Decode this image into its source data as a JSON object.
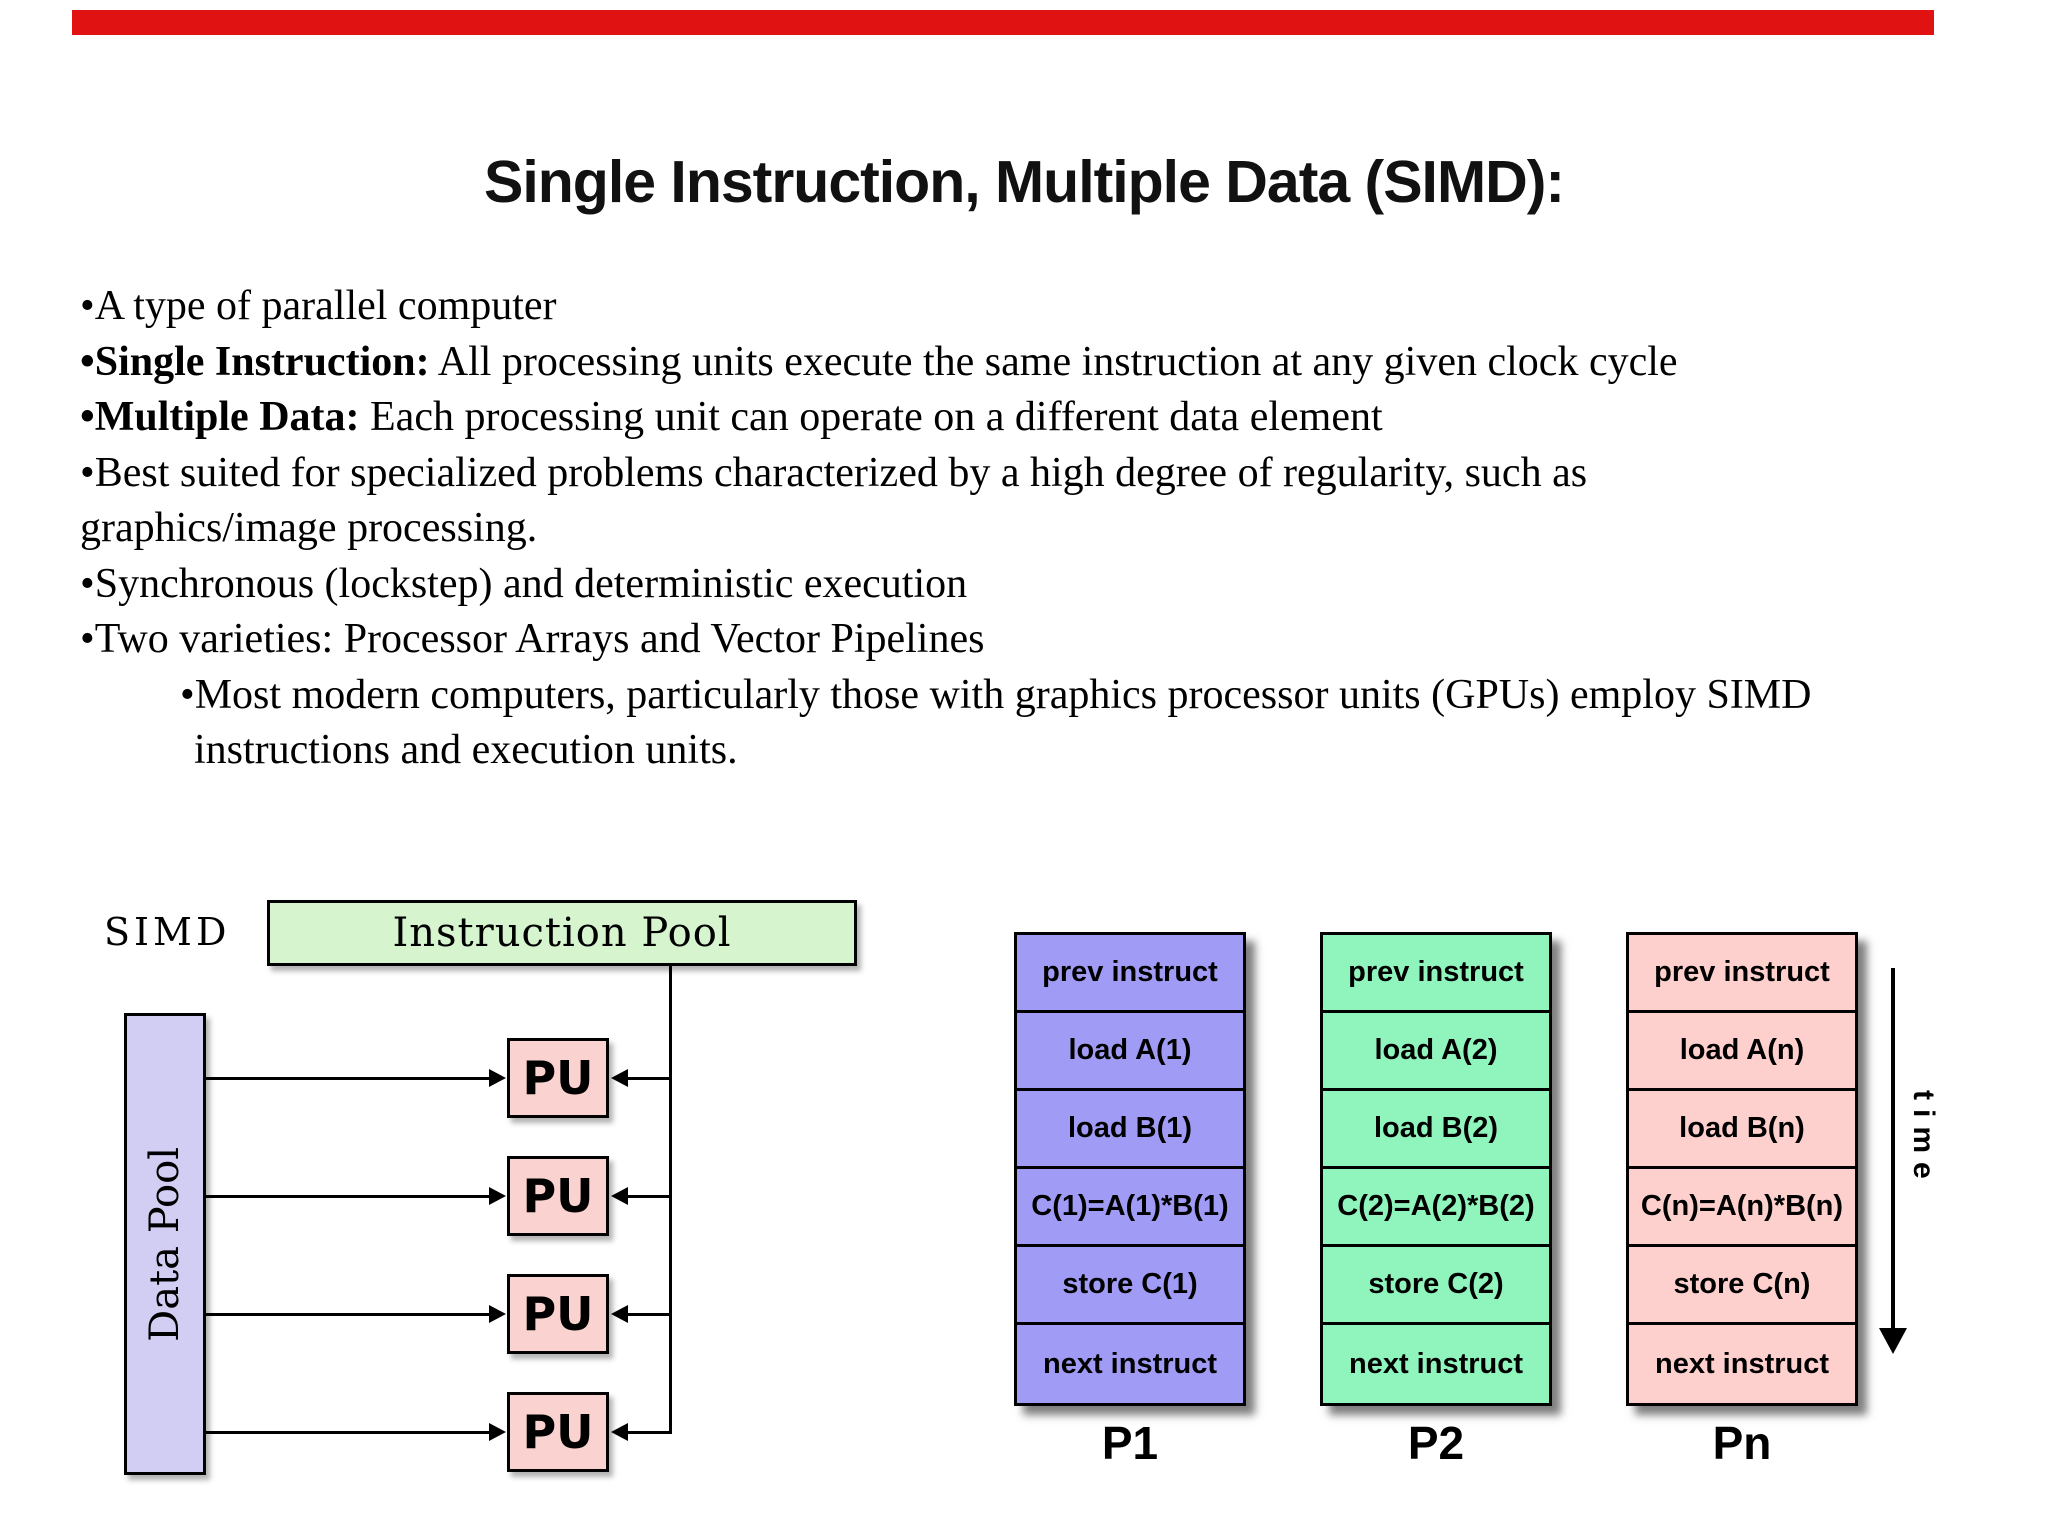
{
  "slide": {
    "top_bar_color": "#e01212",
    "title": "Single Instruction, Multiple Data (SIMD):",
    "bullets": [
      {
        "indent": 0,
        "bold": "",
        "text": "•A type of parallel computer"
      },
      {
        "indent": 0,
        "bold": "•Single Instruction:",
        "text": " All processing units execute the same instruction at any given clock cycle"
      },
      {
        "indent": 0,
        "bold": "•Multiple Data:",
        "text": " Each processing unit can operate on a different data element"
      },
      {
        "indent": 0,
        "bold": "",
        "text": "•Best suited for specialized problems characterized by a high degree of regularity, such as"
      },
      {
        "indent": 0,
        "bold": "",
        "text": "graphics/image processing."
      },
      {
        "indent": 0,
        "bold": "",
        "text": "•Synchronous (lockstep) and deterministic execution"
      },
      {
        "indent": 0,
        "bold": "",
        "text": "•Two varieties: Processor Arrays and Vector Pipelines"
      },
      {
        "indent": 100,
        "bold": "",
        "text": "•Most modern computers, particularly those with graphics processor units (GPUs) employ SIMD"
      },
      {
        "indent": 114,
        "bold": "",
        "text": "instructions and execution units."
      }
    ]
  },
  "left_diagram": {
    "label": "SIMD",
    "instruction_pool": {
      "label": "Instruction Pool",
      "fill": "#d6f5cf"
    },
    "data_pool": {
      "label": "Data Pool",
      "fill": "#d2cdf2"
    },
    "pu_fill": "#fad2d0",
    "pu_units": [
      "PU",
      "PU",
      "PU",
      "PU"
    ],
    "line_color": "#000000"
  },
  "right_diagram": {
    "processors": [
      {
        "label": "P1",
        "fill": "#a09cf5",
        "rows": [
          "prev instruct",
          "load A(1)",
          "load B(1)",
          "C(1)=A(1)*B(1)",
          "store C(1)",
          "next instruct"
        ]
      },
      {
        "label": "P2",
        "fill": "#90f5bd",
        "rows": [
          "prev instruct",
          "load A(2)",
          "load B(2)",
          "C(2)=A(2)*B(2)",
          "store C(2)",
          "next instruct"
        ]
      },
      {
        "label": "Pn",
        "fill": "#fdd0cd",
        "rows": [
          "prev instruct",
          "load A(n)",
          "load B(n)",
          "C(n)=A(n)*B(n)",
          "store C(n)",
          "next instruct"
        ]
      }
    ],
    "time_label": "time",
    "arrow_color": "#000000"
  }
}
